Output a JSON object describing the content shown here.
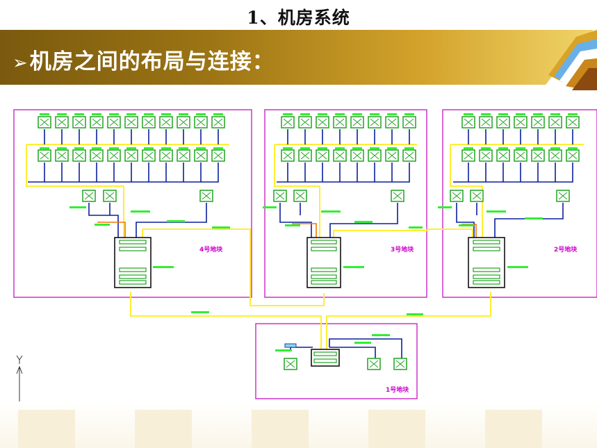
{
  "slide": {
    "title": "1、机房系统",
    "banner_arrow": "➢",
    "banner_text": "机房之间的布局与连接："
  },
  "diagram": {
    "blocks": [
      {
        "id": "block4",
        "label": "4号地块",
        "top_devices": 11,
        "mid_devices": 11,
        "local_devices": 3
      },
      {
        "id": "block3",
        "label": "3号地块",
        "top_devices": 8,
        "mid_devices": 8,
        "local_devices": 3
      },
      {
        "id": "block2",
        "label": "2号地块",
        "top_devices": 7,
        "mid_devices": 7,
        "local_devices": 3
      },
      {
        "id": "block1",
        "label": "1号地块",
        "local_devices": 3
      }
    ],
    "colors": {
      "room_border": "#cc33cc",
      "device": "#1fa31f",
      "device_label": "#33ee33",
      "trunk_fiber": "#ffee33",
      "branch_link": "#0a1f9c",
      "copper_link": "#ee7700",
      "rack": "#000000",
      "axis": "#333333"
    },
    "axis_label": "Y",
    "icons": [
      "device-x-icon",
      "rack-cabinet-icon",
      "axis-y-icon",
      "logo-decoration"
    ]
  }
}
